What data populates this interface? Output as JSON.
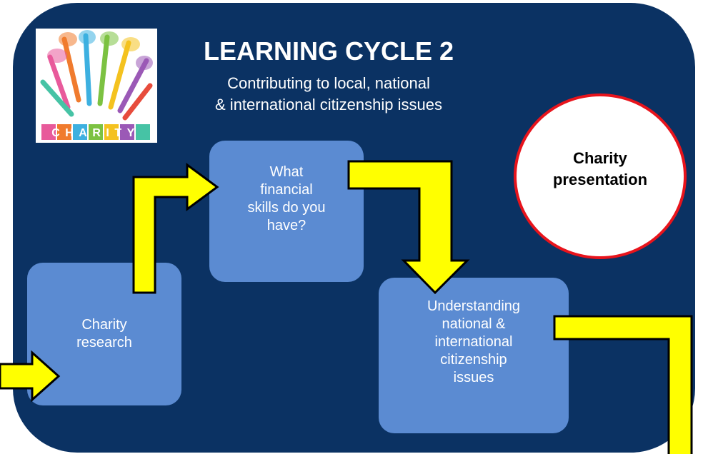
{
  "header": {
    "title": "LEARNING CYCLE 2",
    "subtitle_lines": [
      "Contributing to local, national",
      "&  international citizenship issues"
    ]
  },
  "logo": {
    "label": "CHARITY"
  },
  "steps": [
    {
      "id": "research",
      "lines": [
        "Charity",
        "research"
      ]
    },
    {
      "id": "financial",
      "lines": [
        "What",
        "financial",
        "skills do you",
        "have?"
      ]
    },
    {
      "id": "understanding",
      "lines": [
        "Understanding",
        "national &",
        "international",
        "citizenship",
        "issues"
      ]
    }
  ],
  "goal": {
    "lines": [
      "Charity",
      "presentation"
    ]
  },
  "colors": {
    "panel": "#0b3263",
    "box": "#5b8bd2",
    "arrow": "#ffff00",
    "circle_border": "#e8141c"
  }
}
